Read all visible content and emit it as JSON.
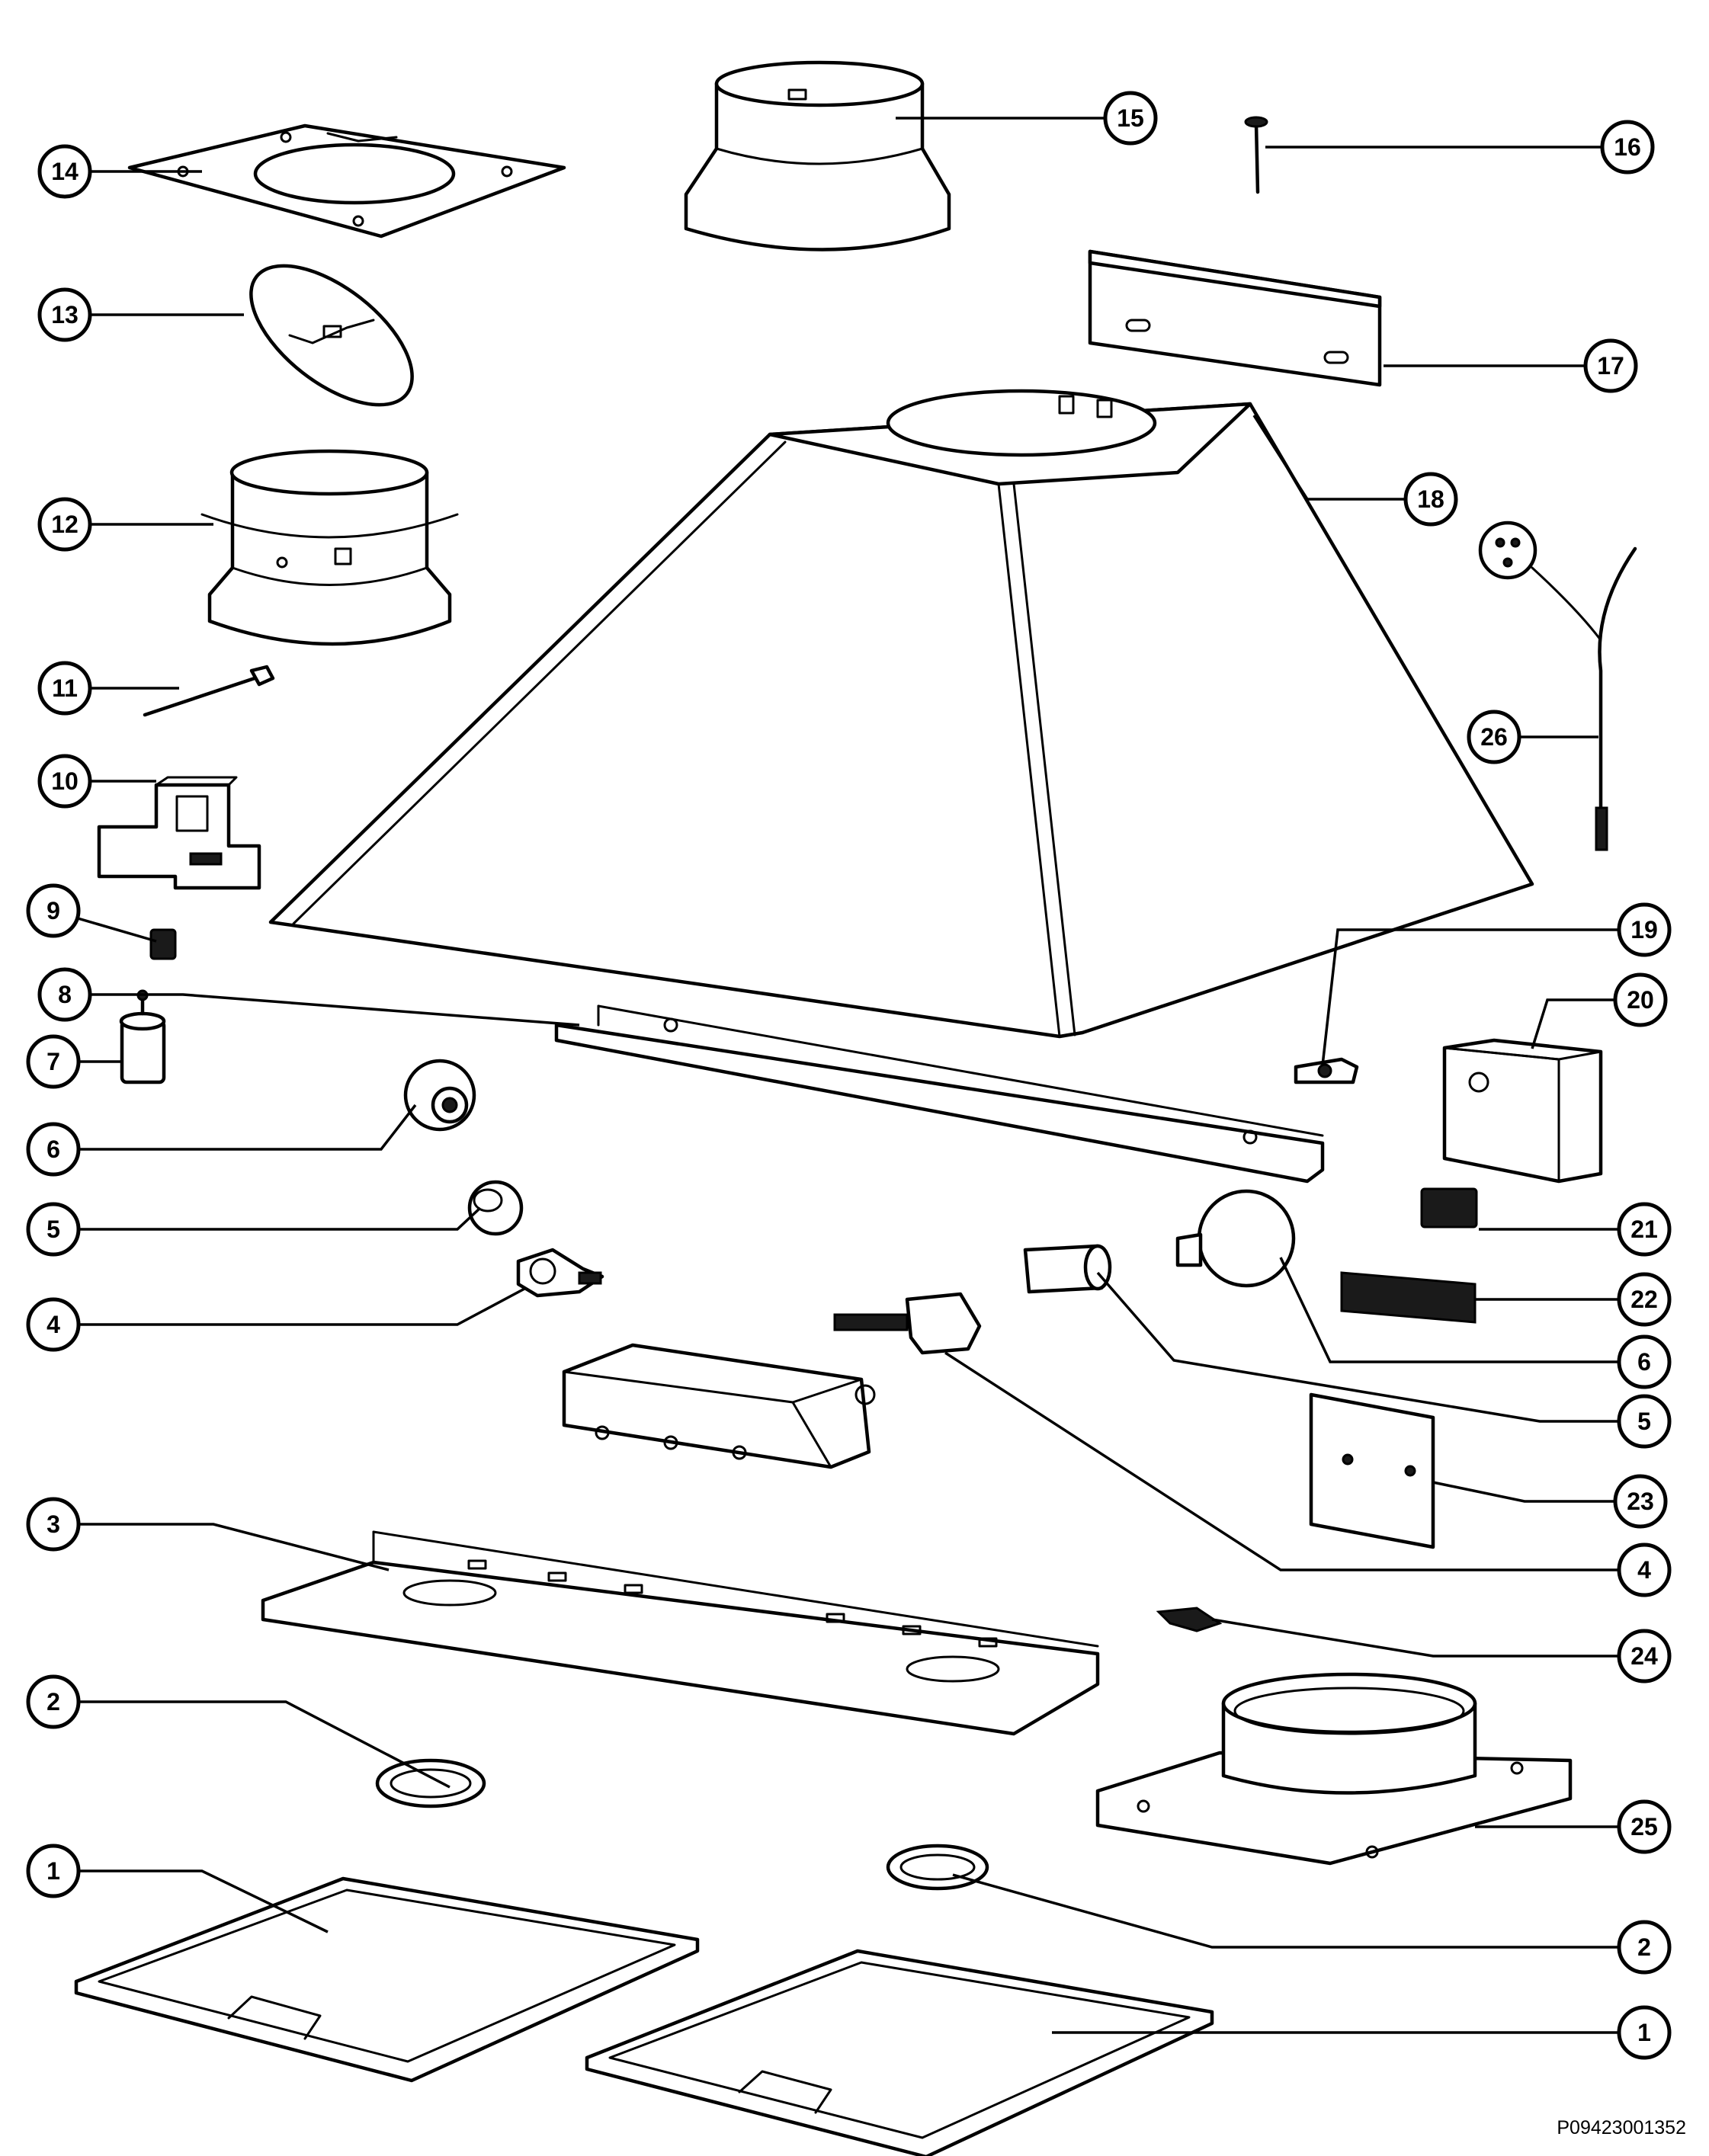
{
  "document_code": "P09423001352",
  "callouts": [
    {
      "label": "14"
    },
    {
      "label": "15"
    },
    {
      "label": "16"
    },
    {
      "label": "13"
    },
    {
      "label": "17"
    },
    {
      "label": "12"
    },
    {
      "label": "18"
    },
    {
      "label": "26"
    },
    {
      "label": "11"
    },
    {
      "label": "10"
    },
    {
      "label": "9"
    },
    {
      "label": "19"
    },
    {
      "label": "8"
    },
    {
      "label": "20"
    },
    {
      "label": "7"
    },
    {
      "label": "6"
    },
    {
      "label": "5"
    },
    {
      "label": "21"
    },
    {
      "label": "4"
    },
    {
      "label": "22"
    },
    {
      "label": "6"
    },
    {
      "label": "5"
    },
    {
      "label": "23"
    },
    {
      "label": "3"
    },
    {
      "label": "4"
    },
    {
      "label": "24"
    },
    {
      "label": "2"
    },
    {
      "label": "25"
    },
    {
      "label": "1"
    },
    {
      "label": "2"
    },
    {
      "label": "1"
    }
  ],
  "colors": {
    "line": "#000000",
    "background": "#ffffff",
    "shade": "#cfcfcf"
  }
}
